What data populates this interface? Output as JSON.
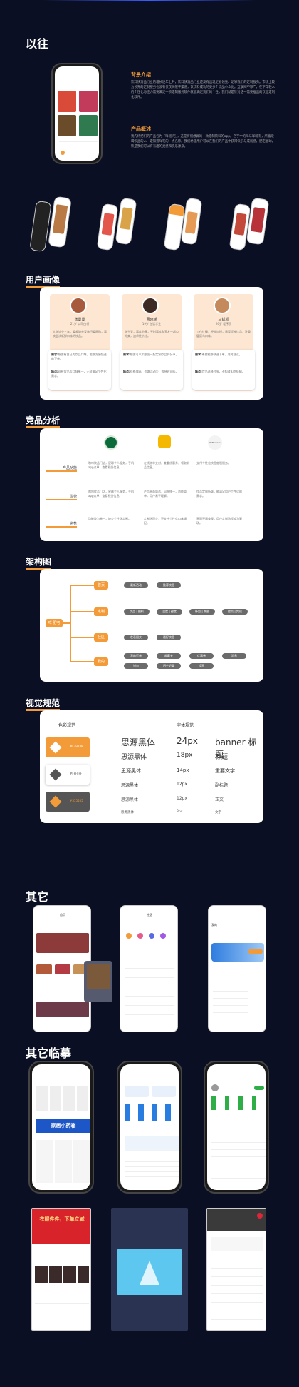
{
  "sections": {
    "past": "以往",
    "persona": "用户画像",
    "competitive": "竞品分析",
    "architecture": "架构图",
    "visual": "视觉规范",
    "other": "其它",
    "other_copy": "其它临摹"
  },
  "intro": {
    "background_title": "背景介绍",
    "background_body": "饮料快消品行业的增长逐年上升，饮料快消品行业还没有出现足够领先、足够我们的定制服务。市场上较为领先的定制服务也没有仅仅局限于渠道，饮饮料成功的更多个饮品小众化。互联网不够广，在下年轻人的个性化与连力需要满足一项定制服务软件就会满足我们的个性，我们就是针对这一需要推出的饮品定制化软件。",
    "product_title": "产品概述",
    "product_body": "我先将把们的产品名为「咩 肥宅」，这是将们想做的一款定制饮料的app。名字中的咩与咩喃有，所喜欢喝饮品的人一定知道咩宅的一点名称。我们希望用户可以在我们的产品中获得快乐与成就感，肥宅星球，饮是我们可以有有趣的灵感和快乐源泉。"
  },
  "personas": [
    {
      "name": "张曼曼",
      "meta": "21岁 公司白领",
      "bio": "大学毕业三年，爱喝奶茶爱旅行爱网购，喜欢尝试新鲜口味的饮品。",
      "need_label": "需求:",
      "need": "想要有自己的饮品口味，能够方便快速的下单。",
      "pain_label": "痛点:",
      "pain": "现有饮品店口味单一，无法满足个性化需求。"
    },
    {
      "name": "曹晓瑶",
      "meta": "19岁 在读学生",
      "bio": "学生党，喜欢分享，平时喜欢和室友一起点外卖，追求性价比。",
      "need_label": "需求:",
      "need": "想要可以和朋友一起定制饮品并分享。",
      "pain_label": "痛点:",
      "pain": "价格偏高，优惠活动少，等待时间长。"
    },
    {
      "name": "马斌凯",
      "meta": "26岁 程序员",
      "bio": "工作忙碌，经常加班，需要提神饮品，注重健康与口味。",
      "need_label": "需求:",
      "need": "希望能够快速下单，准时送达。",
      "pain_label": "痛点:",
      "pain": "饮品选择过多，不知道如何搭配。"
    }
  ],
  "competitors": {
    "brands": [
      "Starbucks",
      "Logo",
      "Sotheyear"
    ],
    "rows": [
      {
        "label": "产品功能",
        "cells": [
          "咖啡饮品门店，星球个人服务，手机app点单，查看积分信息。",
          "在线点单支付，查看优惠券，领取新品信息。",
          "支付个性化饮品定制服务。"
        ]
      },
      {
        "label": "优势",
        "cells": [
          "咖啡饮品门店，星球个人服务，手机app点单，查看积分信息。",
          "产品界面简洁，风格统一，功能简单，用户易于理解。",
          "饮品定制新颖，能满足用户个性化的需求。"
        ]
      },
      {
        "label": "劣势",
        "cells": [
          "功能较为单一，缺少个性化定制。",
          "定制选项少，不支持个性化口味调配。",
          "界面不够美观，用户定制流程较为繁琐。"
        ]
      }
    ]
  },
  "architecture": {
    "root": "咩 肥宅",
    "branches": [
      {
        "name": "首页",
        "leaves": [
          "最新活动",
          "推荐饮品"
        ]
      },
      {
        "name": "定制",
        "leaves": [
          "饮品 | 配料",
          "温度 | 甜度",
          "杯型 | 数量",
          "提交 | 完成"
        ]
      },
      {
        "name": "社区",
        "leaves": [
          "发表图文",
          "最好饮品"
        ]
      },
      {
        "name": "我的",
        "leaves": [
          "我的订单",
          "收藏夹",
          "优惠券",
          "消息",
          "钱包",
          "历史记录",
          "设置"
        ]
      }
    ]
  },
  "visual": {
    "color_title": "色彩规范",
    "font_title": "字体规范",
    "swatches": [
      {
        "hex": "#f29b38",
        "name": "#F29B38"
      },
      {
        "hex": "#ffffff",
        "name": "#FFFFFF"
      },
      {
        "hex": "#555555",
        "name": "#555555"
      }
    ],
    "fonts": [
      {
        "family": "思源黑体",
        "size": "24px",
        "usage": "banner 标题"
      },
      {
        "family": "思源黑体",
        "size": "18px",
        "usage": "标题"
      },
      {
        "family": "思源黑体",
        "size": "14px",
        "usage": "重要文字"
      },
      {
        "family": "思源黑体",
        "size": "12px",
        "usage": "副标题"
      },
      {
        "family": "思源黑体",
        "size": "12px",
        "usage": "正文"
      },
      {
        "family": "思源黑体",
        "size": "8px",
        "usage": "文字"
      }
    ]
  },
  "other_screens": {
    "titles": [
      "首页",
      "社区",
      "我的"
    ]
  },
  "copy_screens": {
    "banner": "家居小药箱",
    "poster": "衣服件件，下单立减"
  },
  "colors": {
    "accent": "#f29b38",
    "bg": "#0b0f23",
    "gray": "#6b6b6b"
  }
}
